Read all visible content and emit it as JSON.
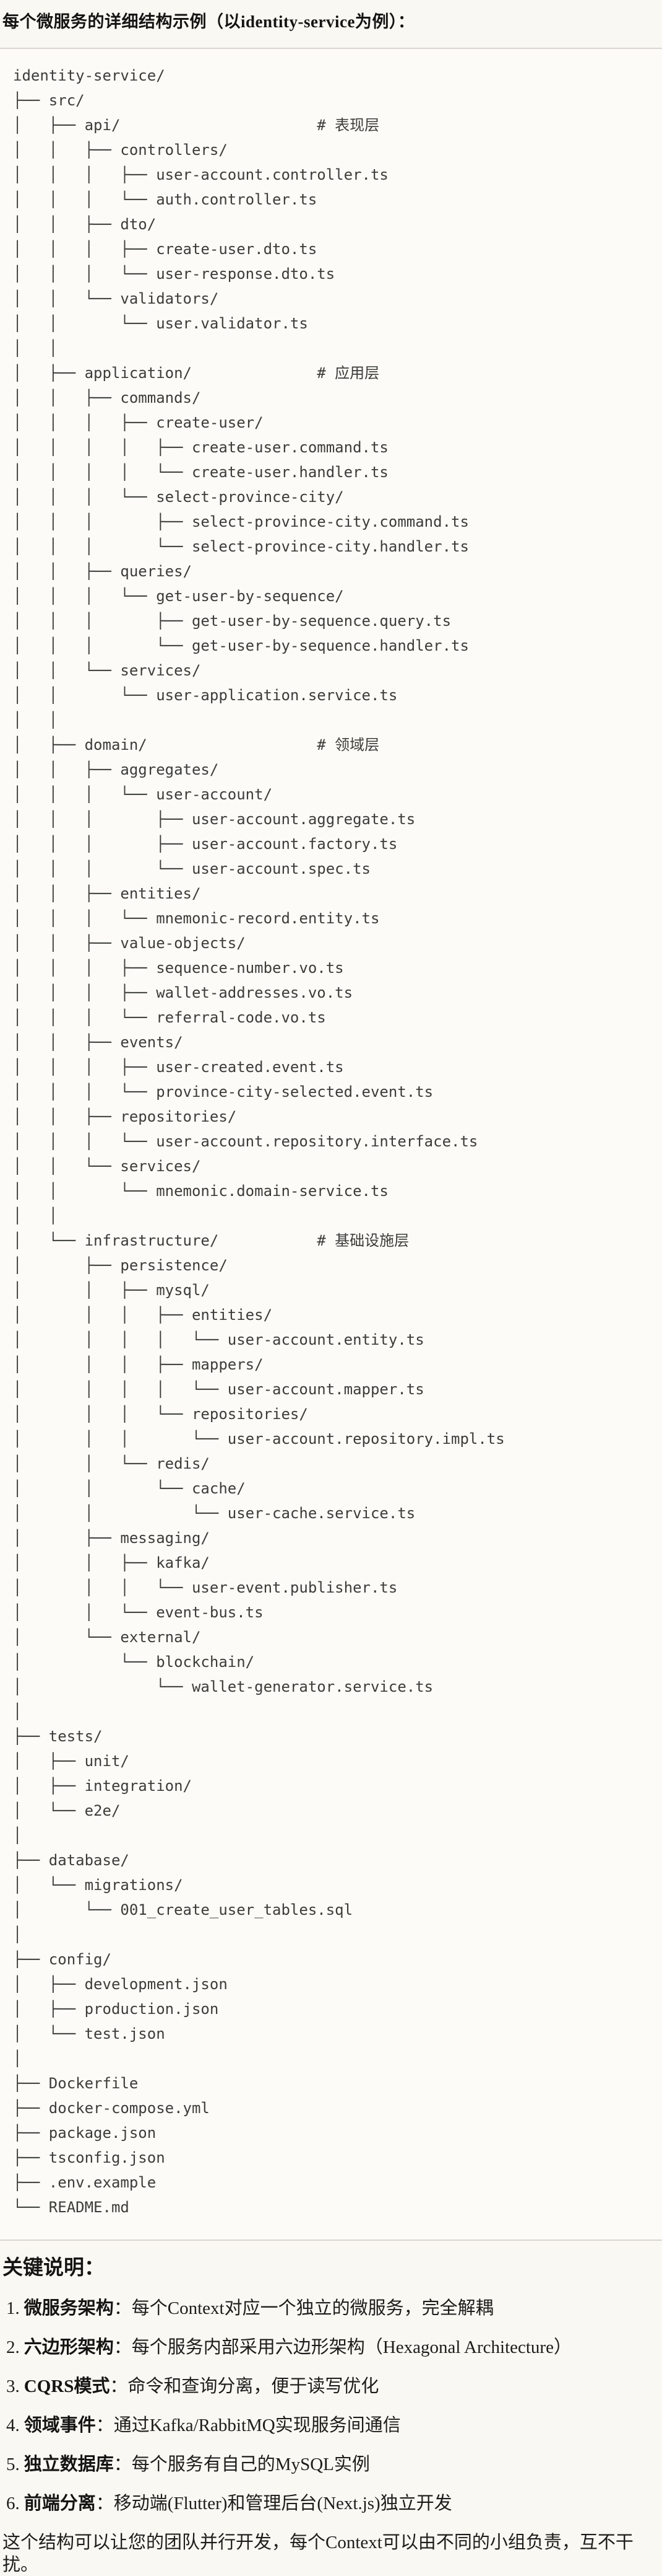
{
  "title": "每个微服务的详细结构示例（以identity-service为例）：",
  "file_tree": {
    "lines": [
      "identity-service/",
      "├── src/",
      "│   ├── api/                      # 表现层",
      "│   │   ├── controllers/",
      "│   │   │   ├── user-account.controller.ts",
      "│   │   │   └── auth.controller.ts",
      "│   │   ├── dto/",
      "│   │   │   ├── create-user.dto.ts",
      "│   │   │   └── user-response.dto.ts",
      "│   │   └── validators/",
      "│   │       └── user.validator.ts",
      "│   │",
      "│   ├── application/              # 应用层",
      "│   │   ├── commands/",
      "│   │   │   ├── create-user/",
      "│   │   │   │   ├── create-user.command.ts",
      "│   │   │   │   └── create-user.handler.ts",
      "│   │   │   └── select-province-city/",
      "│   │   │       ├── select-province-city.command.ts",
      "│   │   │       └── select-province-city.handler.ts",
      "│   │   ├── queries/",
      "│   │   │   └── get-user-by-sequence/",
      "│   │   │       ├── get-user-by-sequence.query.ts",
      "│   │   │       └── get-user-by-sequence.handler.ts",
      "│   │   └── services/",
      "│   │       └── user-application.service.ts",
      "│   │",
      "│   ├── domain/                   # 领域层",
      "│   │   ├── aggregates/",
      "│   │   │   └── user-account/",
      "│   │   │       ├── user-account.aggregate.ts",
      "│   │   │       ├── user-account.factory.ts",
      "│   │   │       └── user-account.spec.ts",
      "│   │   ├── entities/",
      "│   │   │   └── mnemonic-record.entity.ts",
      "│   │   ├── value-objects/",
      "│   │   │   ├── sequence-number.vo.ts",
      "│   │   │   ├── wallet-addresses.vo.ts",
      "│   │   │   └── referral-code.vo.ts",
      "│   │   ├── events/",
      "│   │   │   ├── user-created.event.ts",
      "│   │   │   └── province-city-selected.event.ts",
      "│   │   ├── repositories/",
      "│   │   │   └── user-account.repository.interface.ts",
      "│   │   └── services/",
      "│   │       └── mnemonic.domain-service.ts",
      "│   │",
      "│   └── infrastructure/           # 基础设施层",
      "│       ├── persistence/",
      "│       │   ├── mysql/",
      "│       │   │   ├── entities/",
      "│       │   │   │   └── user-account.entity.ts",
      "│       │   │   ├── mappers/",
      "│       │   │   │   └── user-account.mapper.ts",
      "│       │   │   └── repositories/",
      "│       │   │       └── user-account.repository.impl.ts",
      "│       │   └── redis/",
      "│       │       └── cache/",
      "│       │           └── user-cache.service.ts",
      "│       ├── messaging/",
      "│       │   ├── kafka/",
      "│       │   │   └── user-event.publisher.ts",
      "│       │   └── event-bus.ts",
      "│       └── external/",
      "│           └── blockchain/",
      "│               └── wallet-generator.service.ts",
      "│",
      "├── tests/",
      "│   ├── unit/",
      "│   ├── integration/",
      "│   └── e2e/",
      "│",
      "├── database/",
      "│   └── migrations/",
      "│       └── 001_create_user_tables.sql",
      "│",
      "├── config/",
      "│   ├── development.json",
      "│   ├── production.json",
      "│   └── test.json",
      "│",
      "├── Dockerfile",
      "├── docker-compose.yml",
      "├── package.json",
      "├── tsconfig.json",
      "├── .env.example",
      "└── README.md"
    ]
  },
  "notes": {
    "heading": "关键说明：",
    "items": [
      {
        "num": "1.",
        "term": "微服务架构",
        "sep": "：",
        "desc": "每个Context对应一个独立的微服务，完全解耦"
      },
      {
        "num": "2.",
        "term": "六边形架构",
        "sep": "：",
        "desc": "每个服务内部采用六边形架构（Hexagonal Architecture）"
      },
      {
        "num": "3.",
        "term": "CQRS模式",
        "sep": "：",
        "desc": "命令和查询分离，便于读写优化"
      },
      {
        "num": "4.",
        "term": "领域事件",
        "sep": "：",
        "desc": "通过Kafka/RabbitMQ实现服务间通信"
      },
      {
        "num": "5.",
        "term": "独立数据库",
        "sep": "：",
        "desc": "每个服务有自己的MySQL实例"
      },
      {
        "num": "6.",
        "term": "前端分离",
        "sep": "：",
        "desc": "移动端(Flutter)和管理后台(Next.js)独立开发"
      }
    ]
  },
  "closing": "这个结构可以让您的团队并行开发，每个Context可以由不同的小组负责，互不干扰。",
  "colors": {
    "page_bg": "#FAF8F3",
    "code_bg": "#FCFBF7",
    "border": "#D9D6CF",
    "code_text": "#3C3C38",
    "heading_text": "#141412",
    "body_text": "#1D1C1A"
  }
}
